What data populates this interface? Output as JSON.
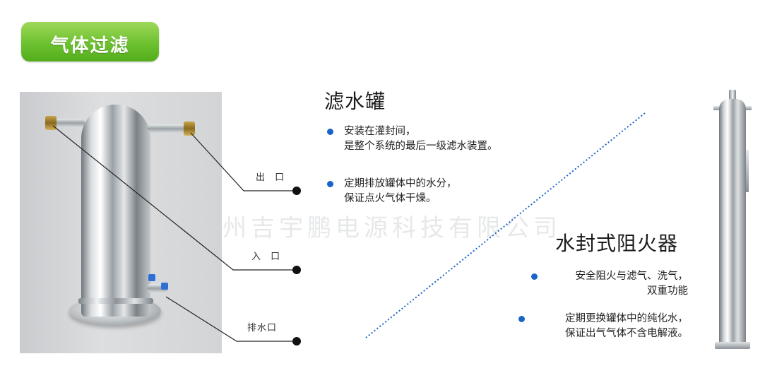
{
  "badge": {
    "title": "气体过滤"
  },
  "labels": {
    "outlet": "出 口",
    "inlet": "入 口",
    "drain": "排水口"
  },
  "filter_tank": {
    "title": "滤水罐",
    "bullets": [
      {
        "line1": "安装在灌封间，",
        "line2": "是整个系统的最后一级滤水装置。"
      },
      {
        "line1": "定期排放罐体中的水分，",
        "line2": "保证点火气体干燥。"
      }
    ]
  },
  "arrester": {
    "title": "水封式阻火器",
    "bullets": [
      {
        "line1": "安全阻火与滤气、洗气，",
        "line2": "双重功能"
      },
      {
        "line1": "定期更换罐体中的纯化水，",
        "line2": "保证出气气体不含电解液。"
      }
    ]
  },
  "watermark": "苏州吉宇鹏电源科技有限公司",
  "colors": {
    "badge_green": "#6cc12f",
    "bullet_blue": "#1a63c8",
    "divider_blue": "#1a63c8"
  }
}
